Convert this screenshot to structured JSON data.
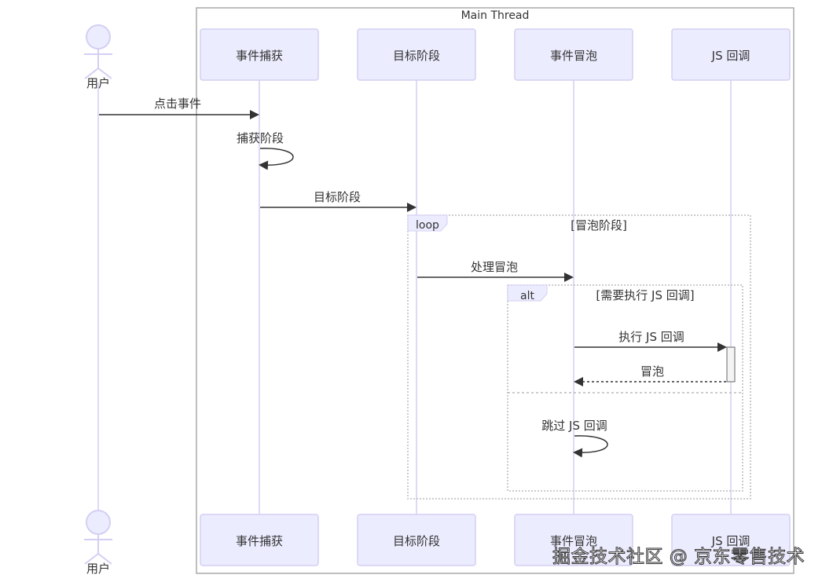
{
  "diagram": {
    "type": "sequence",
    "group_label": "Main Thread",
    "actor": {
      "label": "用户"
    },
    "participants": [
      {
        "label": "事件捕获"
      },
      {
        "label": "目标阶段"
      },
      {
        "label": "事件冒泡"
      },
      {
        "label": "JS 回调"
      }
    ],
    "messages": [
      {
        "from": "用户",
        "to": "事件捕获",
        "label": "点击事件",
        "style": "solid"
      },
      {
        "from": "事件捕获",
        "to": "事件捕获",
        "label": "捕获阶段",
        "style": "solid"
      },
      {
        "from": "事件捕获",
        "to": "目标阶段",
        "label": "目标阶段",
        "style": "solid"
      },
      {
        "from": "目标阶段",
        "to": "事件冒泡",
        "label": "处理冒泡",
        "style": "solid"
      },
      {
        "from": "事件冒泡",
        "to": "JS 回调",
        "label": "执行 JS 回调",
        "style": "solid"
      },
      {
        "from": "JS 回调",
        "to": "事件冒泡",
        "label": "冒泡",
        "style": "dashed"
      },
      {
        "from": "事件冒泡",
        "to": "事件冒泡",
        "label": "跳过 JS 回调",
        "style": "solid"
      }
    ],
    "loop": {
      "keyword": "loop",
      "condition": "[冒泡阶段]"
    },
    "alt": {
      "keyword": "alt",
      "condition": "[需要执行 JS 回调]"
    }
  },
  "colors": {
    "participant_fill": "#ECECFF",
    "participant_border": "#D3CFF3",
    "lifeline": "#D3CFF3",
    "group_border": "#AAAAAA",
    "arrow": "#333333",
    "fragment_border": "#BBBBBB",
    "label_fill": "#ECECFF",
    "activation_fill": "#F4F4F4",
    "activation_border": "#666666"
  },
  "watermark": "掘金技术社区 @ 京东零售技术"
}
